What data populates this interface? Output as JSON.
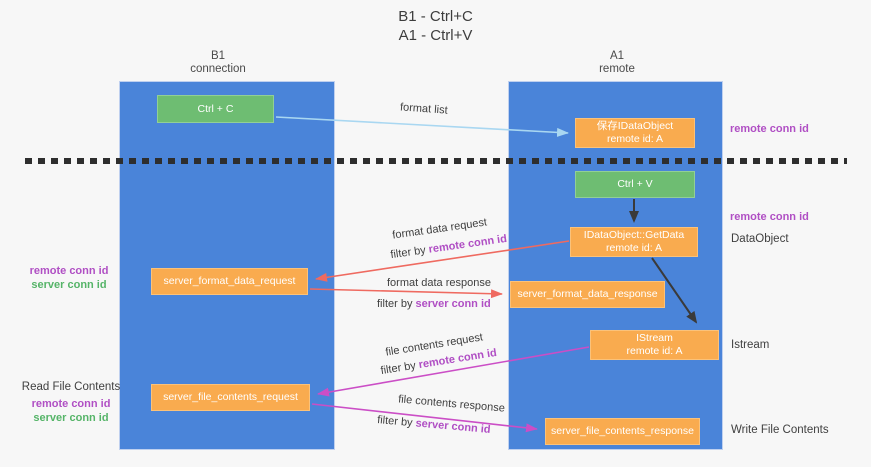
{
  "title": {
    "line1": "B1 - Ctrl+C",
    "line2": "A1 - Ctrl+V"
  },
  "lifelines": {
    "left": {
      "name": "B1",
      "role": "connection"
    },
    "right": {
      "name": "A1",
      "role": "remote"
    }
  },
  "nodes": {
    "ctrl_c": {
      "label": "Ctrl + C"
    },
    "save_dataobject": {
      "line1": "保存IDataObject",
      "line2": "remote id: A"
    },
    "ctrl_v": {
      "label": "Ctrl + V"
    },
    "getdata": {
      "line1": "IDataObject::GetData",
      "line2": "remote id: A"
    },
    "istream": {
      "line1": "IStream",
      "line2": "remote id: A"
    },
    "server_format_data_request": {
      "label": "server_format_data_request"
    },
    "server_format_data_response": {
      "label": "server_format_data_response"
    },
    "server_file_contents_request": {
      "label": "server_file_contents_request"
    },
    "server_file_contents_response": {
      "label": "server_file_contents_response"
    }
  },
  "annotations": {
    "right": {
      "remote_conn_id_top": "remote conn id",
      "remote_conn_id_mid": "remote conn id",
      "dataobject": "DataObject",
      "istream": "Istream",
      "write_file_contents": "Write File Contents"
    },
    "left_mid": {
      "remote_conn_id": "remote conn id",
      "server_conn_id": "server conn id"
    },
    "left_bottom": {
      "read_file_contents": "Read File Contents",
      "remote_conn_id": "remote conn id",
      "server_conn_id": "server conn id"
    }
  },
  "arrows": {
    "format_list": "format list",
    "format_data_request": "format data request",
    "format_data_response": "format data response",
    "file_contents_request": "file contents request",
    "file_contents_response": "file contents response",
    "filter_by": "filter by",
    "remote_conn_id": "remote conn id",
    "server_conn_id": "server conn id"
  },
  "colors": {
    "lifeline_blue": "#4a84d9",
    "node_orange": "#f9ab4f",
    "node_green": "#6ebd72",
    "purple_text": "#b04fc4",
    "green_text": "#55b468",
    "salmon_arrow": "#ef6a60",
    "magenta_arrow": "#cb4ec6",
    "lightblue_arrow": "#a9d7f1",
    "black_arrow": "#3a3a3a"
  }
}
